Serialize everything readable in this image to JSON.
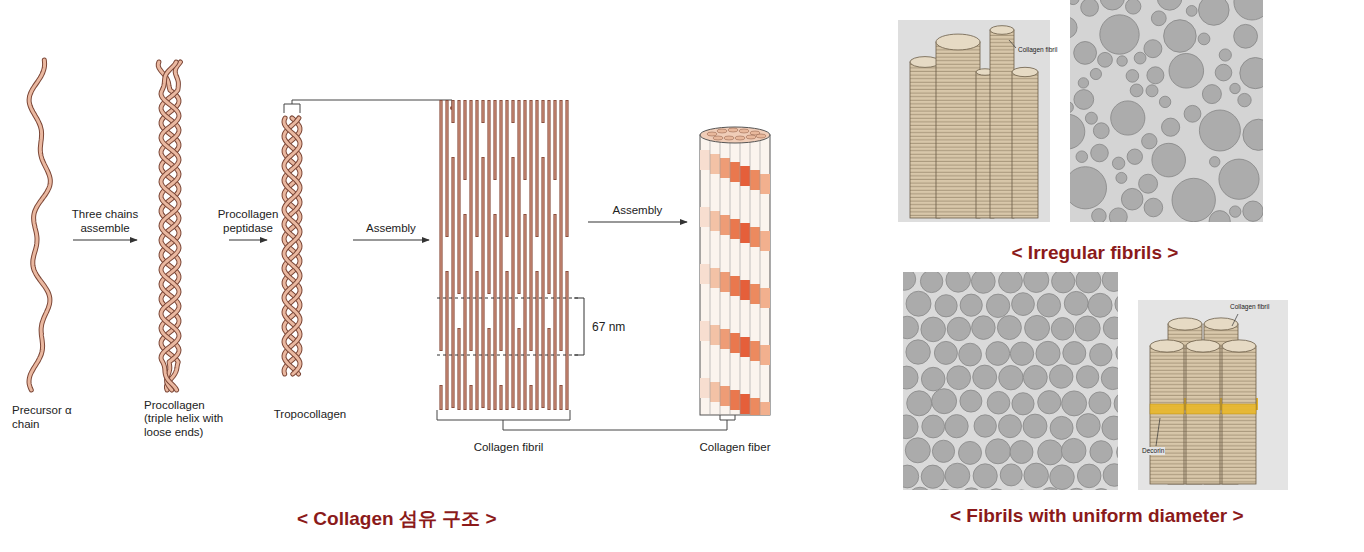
{
  "diagram": {
    "nodes": [
      {
        "text": [
          "Precursor α chain"
        ]
      },
      {
        "text": [
          "Procollagen",
          "(triple helix with loose ends)"
        ]
      },
      {
        "text": [
          "Tropocollagen"
        ]
      },
      {
        "text": [
          "Collagen fibril"
        ]
      },
      {
        "text": [
          "Collagen fiber"
        ]
      }
    ],
    "edges": [
      {
        "from": 0,
        "to": 1,
        "arrow": "to",
        "label": "Three chains assemble"
      },
      {
        "from": 1,
        "to": 2,
        "arrow": "to",
        "label": "Procollagen peptidase"
      },
      {
        "from": 2,
        "to": 3,
        "arrow": "to",
        "label": "Assembly"
      },
      {
        "from": 3,
        "to": 4,
        "arrow": "to",
        "label": "Assembly"
      }
    ],
    "labels": [
      "67 nm",
      "Collagen fibril",
      "Collagen fibril",
      "Decorin",
      "< Irregular fibrils >",
      "< Fibrils with uniform diameter >",
      "< Collagen 섬유 구조 >"
    ]
  }
}
